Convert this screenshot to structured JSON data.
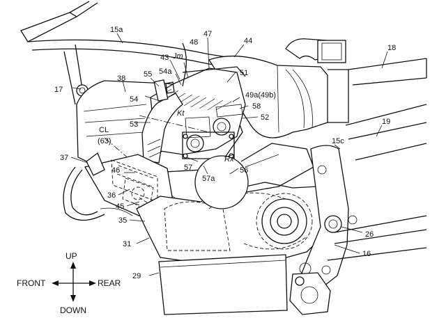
{
  "labels": {
    "l15a": "15a",
    "l18": "18",
    "l17": "17",
    "l44": "44",
    "l47": "47",
    "l48": "48",
    "l43": "43",
    "lJm": "Jm",
    "l38": "38",
    "l55": "55",
    "l54a": "54a",
    "l51": "51",
    "l49": "49a(49b)",
    "l54": "54",
    "l58": "58",
    "lKt": "Kt",
    "l52": "52",
    "l19": "19",
    "lCL": "CL",
    "l63": "(63)",
    "l53": "53",
    "l15c": "15c",
    "l37": "37",
    "lRx": "Rx",
    "l57": "57",
    "l46": "46",
    "l56": "56",
    "l57a": "57a",
    "l36": "36",
    "l45": "45",
    "l35": "35",
    "l26": "26",
    "l31": "31",
    "l16": "16",
    "l29": "29"
  },
  "directions": {
    "up": "UP",
    "down": "DOWN",
    "front": "FRONT",
    "rear": "REAR"
  }
}
